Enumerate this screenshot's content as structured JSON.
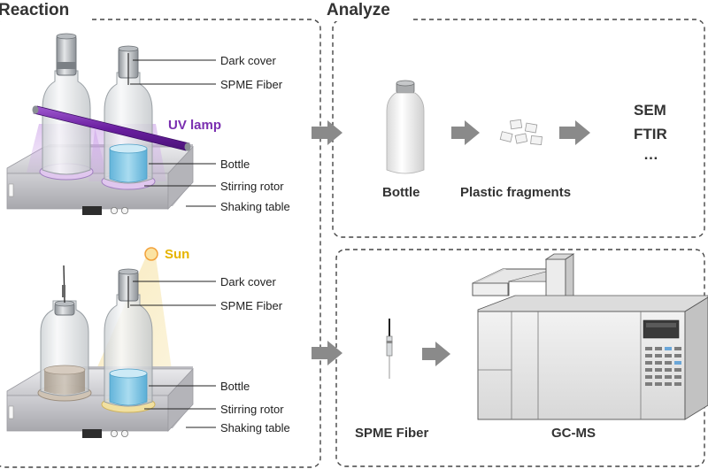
{
  "sections": {
    "reaction": "Reaction",
    "analyze": "Analyze"
  },
  "uv_panel": {
    "dark_cover": "Dark cover",
    "spme_fiber": "SPME Fiber",
    "uv_lamp": "UV lamp",
    "bottle": "Bottle",
    "stirring_rotor": "Stirring rotor",
    "shaking_table": "Shaking table"
  },
  "sun_panel": {
    "sun": "Sun",
    "dark_cover": "Dark cover",
    "spme_fiber": "SPME Fiber",
    "bottle": "Bottle",
    "stirring_rotor": "Stirring rotor",
    "shaking_table": "Shaking table"
  },
  "analyze_top": {
    "bottle": "Bottle",
    "plastic_fragments": "Plastic fragments",
    "methods": [
      "SEM",
      "FTIR",
      "…"
    ]
  },
  "analyze_bottom": {
    "spme_fiber": "SPME Fiber",
    "gcms": "GC-MS"
  },
  "colors": {
    "uv_lamp": "#7a2fb0",
    "sun": "#f2b632",
    "water": "#7fc7e6",
    "arrow": "#8a8a8a"
  }
}
